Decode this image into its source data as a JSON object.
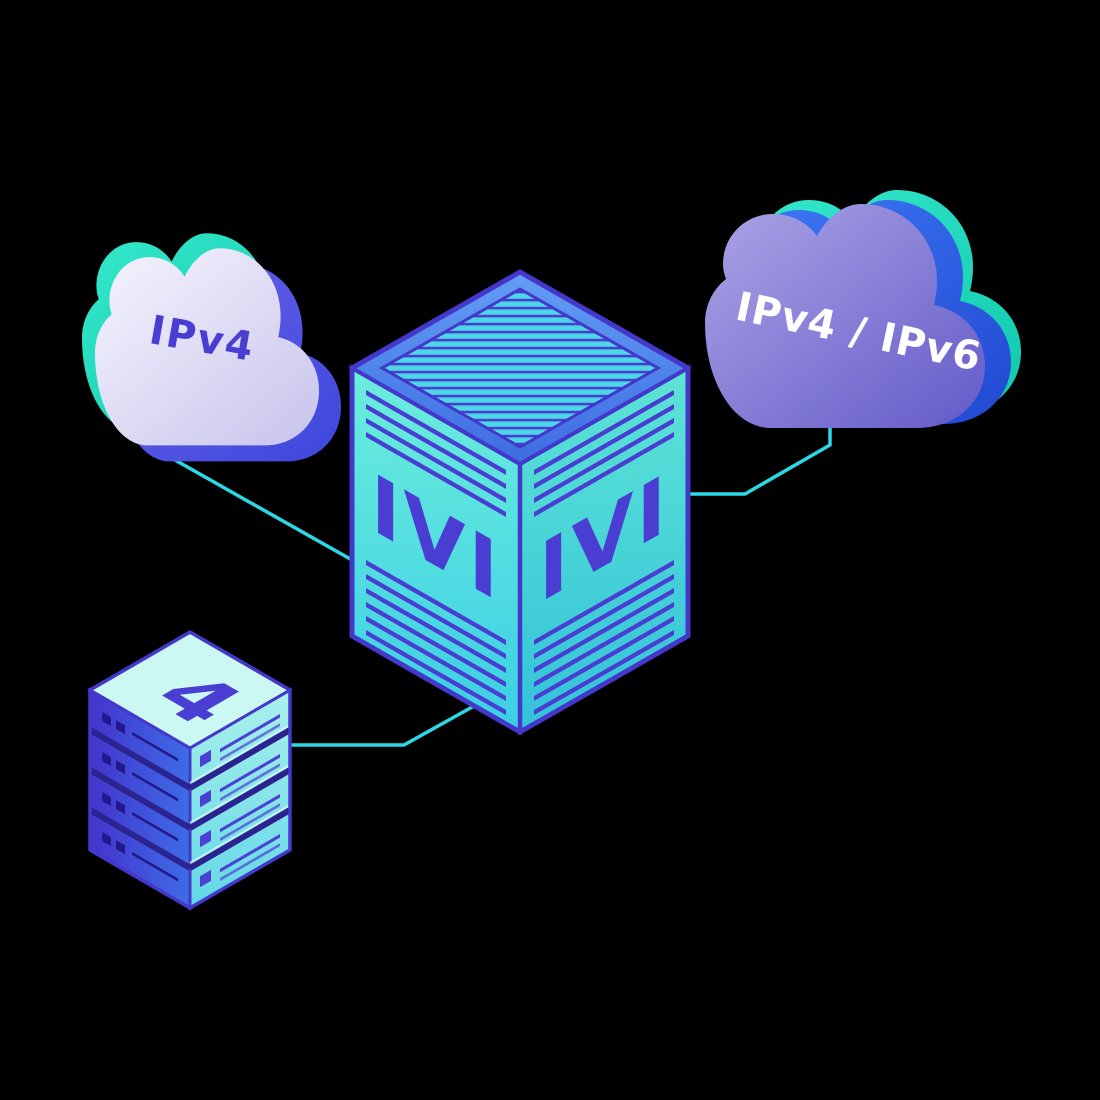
{
  "colors": {
    "background": "#000000",
    "indigo": "#4a3ed2",
    "connector": "#2bd9e6",
    "label-light": "#ffffff",
    "teal-accent": "#2ee3c6",
    "blue-accent": "#2f6ae8",
    "cloud-lavender": "#dcd9f2",
    "cloud-purple": "#8b84d8",
    "cube-teal": "#4fd9e2"
  },
  "clouds": {
    "left": {
      "label": "IPv4"
    },
    "right": {
      "label": "IPv4 / IPv6"
    }
  },
  "cube": {
    "faces": {
      "left_label": "IVI",
      "right_label": "IVI"
    }
  },
  "rack": {
    "top_label": "4",
    "unit_count": 4
  }
}
